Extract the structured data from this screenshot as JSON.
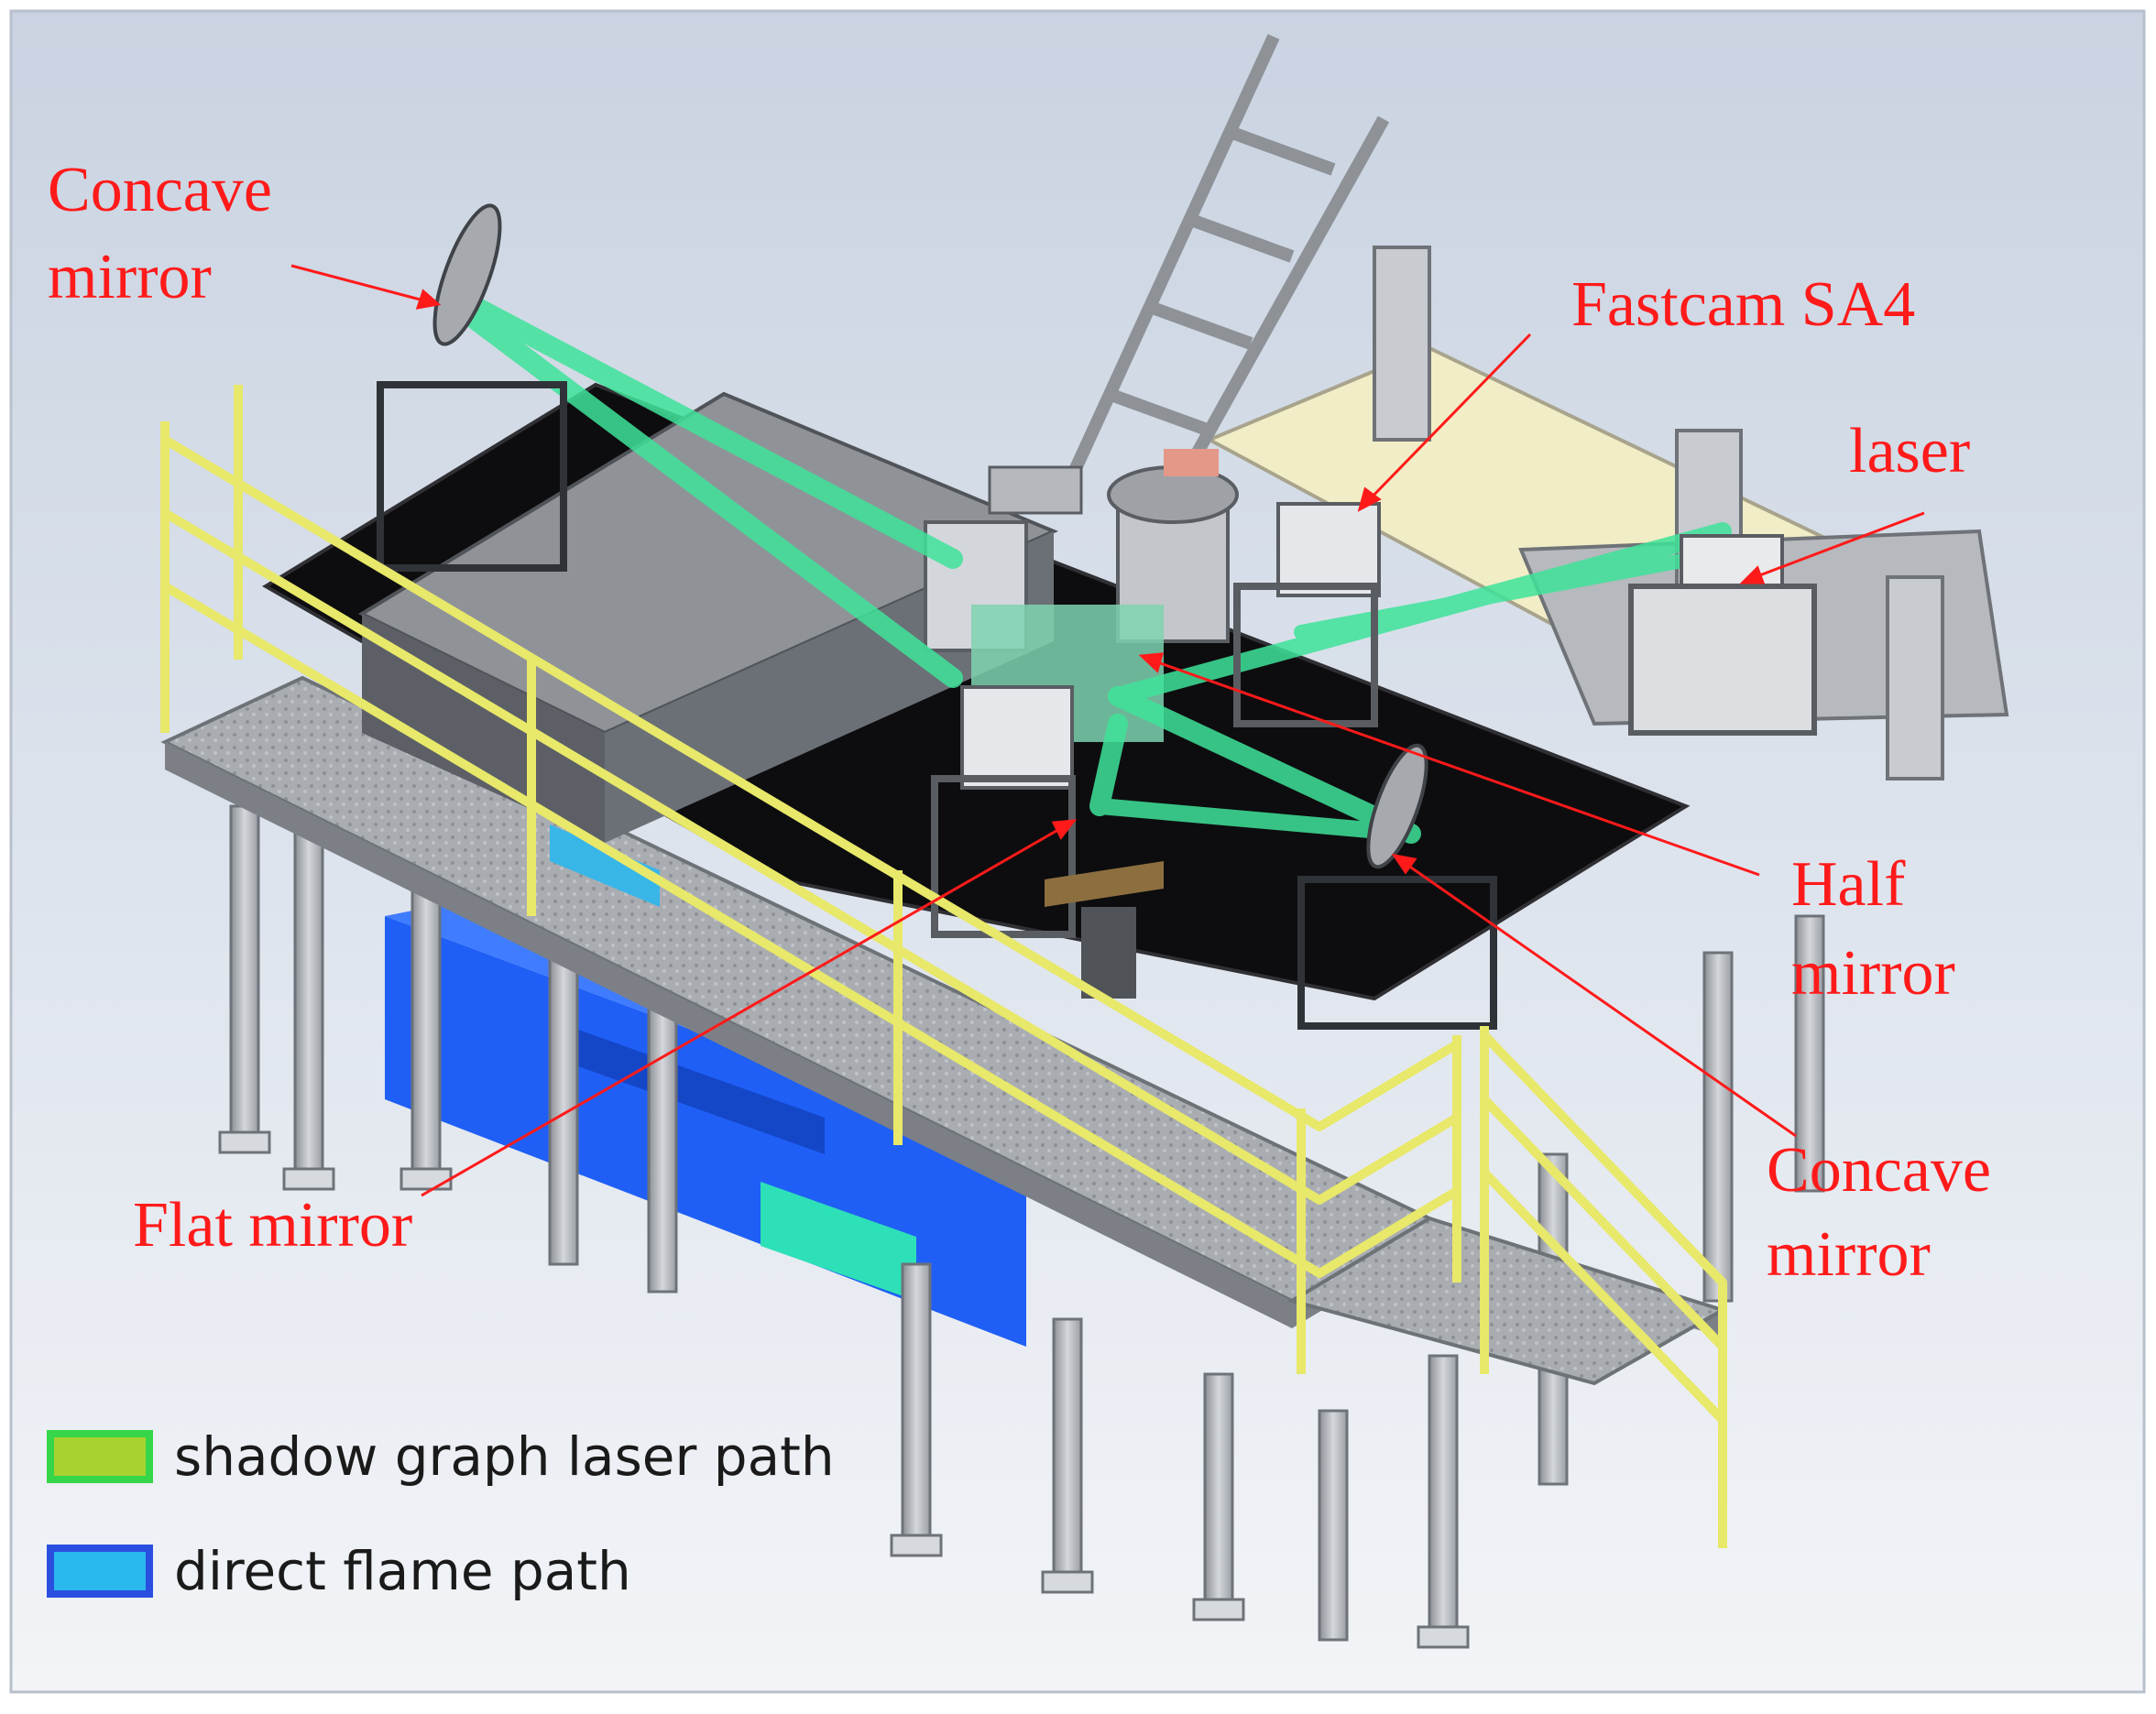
{
  "labels": {
    "concave_mirror_top": [
      "Concave",
      "mirror"
    ],
    "fastcam": "Fastcam SA4",
    "laser": "laser",
    "half_mirror": [
      "Half",
      "mirror"
    ],
    "concave_mirror_right": [
      "Concave",
      "mirror"
    ],
    "flat_mirror": "Flat mirror"
  },
  "legend": [
    {
      "label": "shadow graph laser path",
      "color": "#36d64a",
      "inner": "#a8d230"
    },
    {
      "label": "direct flame path",
      "color": "#2a4fe0",
      "inner": "#2ab8ee"
    }
  ],
  "colors": {
    "annotation": "#ff1a1a",
    "laser_path": "#3fe39a",
    "flame_path": "#1f5ff5",
    "railing": "#e8e86a"
  }
}
